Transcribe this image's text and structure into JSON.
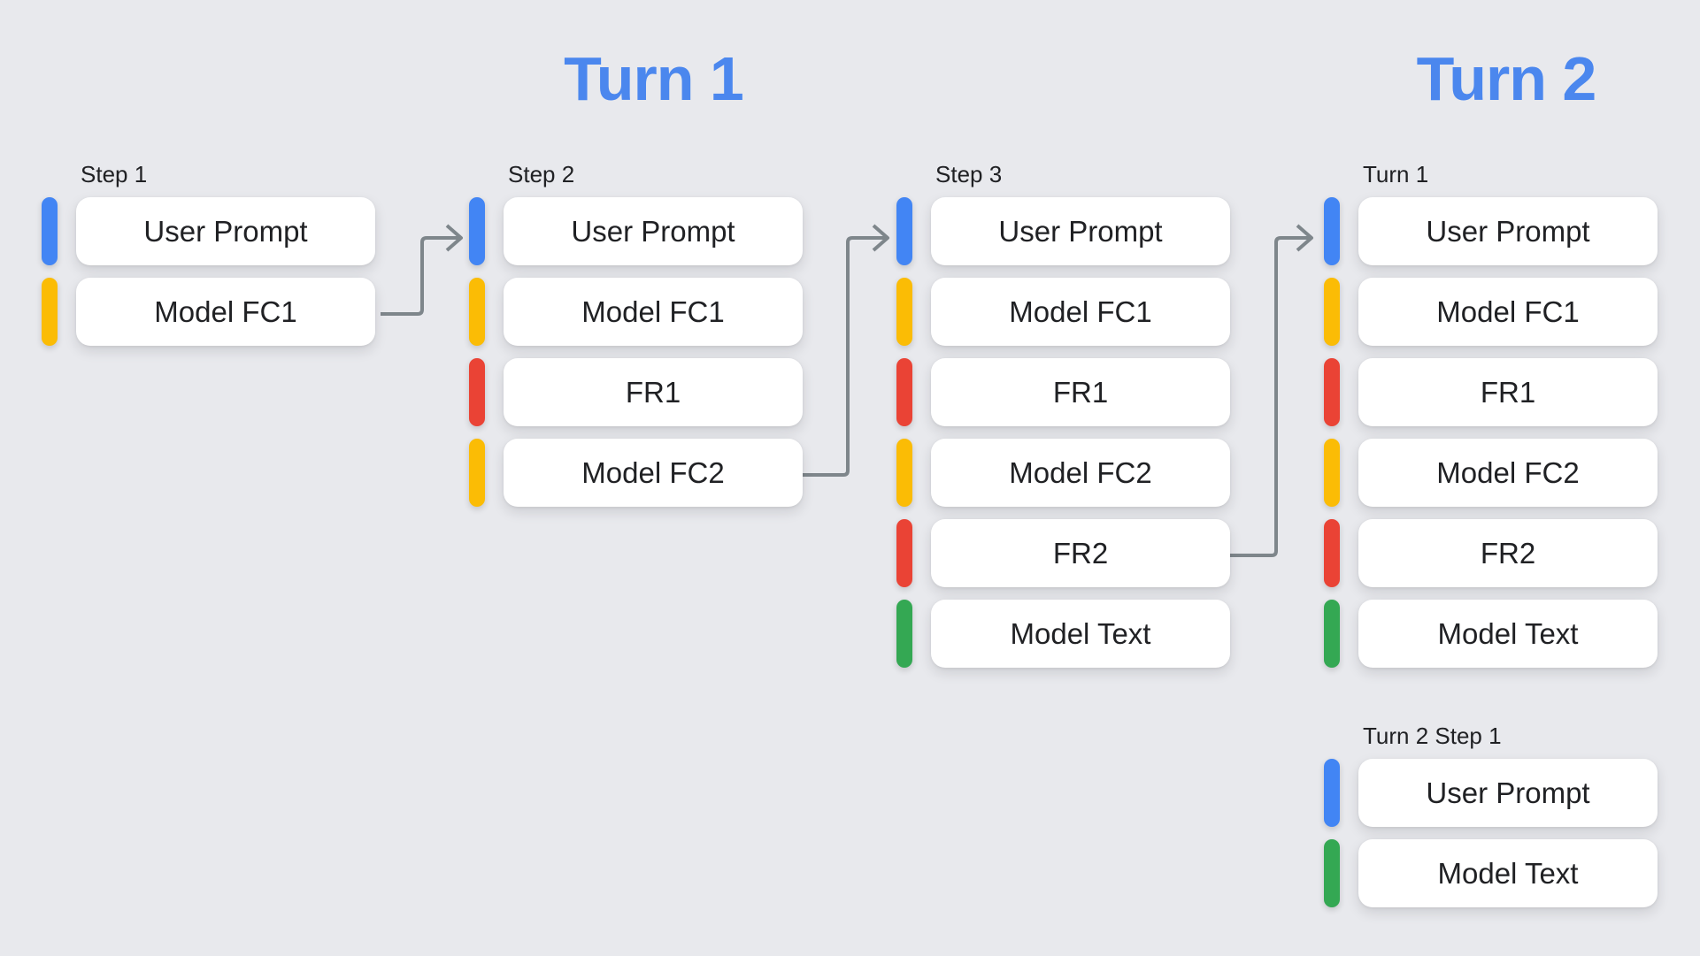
{
  "colors": {
    "background": "#e8e9ed",
    "title_blue": "#4b87ee",
    "text": "#202124",
    "card_bg": "#ffffff",
    "arrow_gray": "#7e868b",
    "user_prompt_blue": "#4285f4",
    "model_fc_yellow": "#fbbc05",
    "function_response_red": "#ea4335",
    "model_text_green": "#34a853"
  },
  "titles": {
    "turn1": "Turn 1",
    "turn2": "Turn 2"
  },
  "columns": [
    {
      "label": "Step 1",
      "cards": [
        {
          "label": "User Prompt",
          "color": "#4285f4"
        },
        {
          "label": "Model FC1",
          "color": "#fbbc05"
        }
      ]
    },
    {
      "label": "Step 2",
      "cards": [
        {
          "label": "User Prompt",
          "color": "#4285f4"
        },
        {
          "label": "Model FC1",
          "color": "#fbbc05"
        },
        {
          "label": "FR1",
          "color": "#ea4335"
        },
        {
          "label": "Model FC2",
          "color": "#fbbc05"
        }
      ]
    },
    {
      "label": "Step 3",
      "cards": [
        {
          "label": "User Prompt",
          "color": "#4285f4"
        },
        {
          "label": "Model FC1",
          "color": "#fbbc05"
        },
        {
          "label": "FR1",
          "color": "#ea4335"
        },
        {
          "label": "Model FC2",
          "color": "#fbbc05"
        },
        {
          "label": "FR2",
          "color": "#ea4335"
        },
        {
          "label": "Model Text",
          "color": "#34a853"
        }
      ]
    },
    {
      "label": "Turn 1",
      "cards": [
        {
          "label": "User Prompt",
          "color": "#4285f4"
        },
        {
          "label": "Model FC1",
          "color": "#fbbc05"
        },
        {
          "label": "FR1",
          "color": "#ea4335"
        },
        {
          "label": "Model FC2",
          "color": "#fbbc05"
        },
        {
          "label": "FR2",
          "color": "#ea4335"
        },
        {
          "label": "Model Text",
          "color": "#34a853"
        }
      ]
    },
    {
      "label": "Turn 2 Step 1",
      "cards": [
        {
          "label": "User Prompt",
          "color": "#4285f4"
        },
        {
          "label": "Model Text",
          "color": "#34a853"
        }
      ]
    }
  ],
  "arrows": [
    {
      "from": "Step 1 Model FC1",
      "to": "Step 2 User Prompt"
    },
    {
      "from": "Step 2 Model FC2",
      "to": "Step 3 User Prompt"
    },
    {
      "from": "Step 3 FR2",
      "to": "Turn 1 User Prompt"
    }
  ]
}
